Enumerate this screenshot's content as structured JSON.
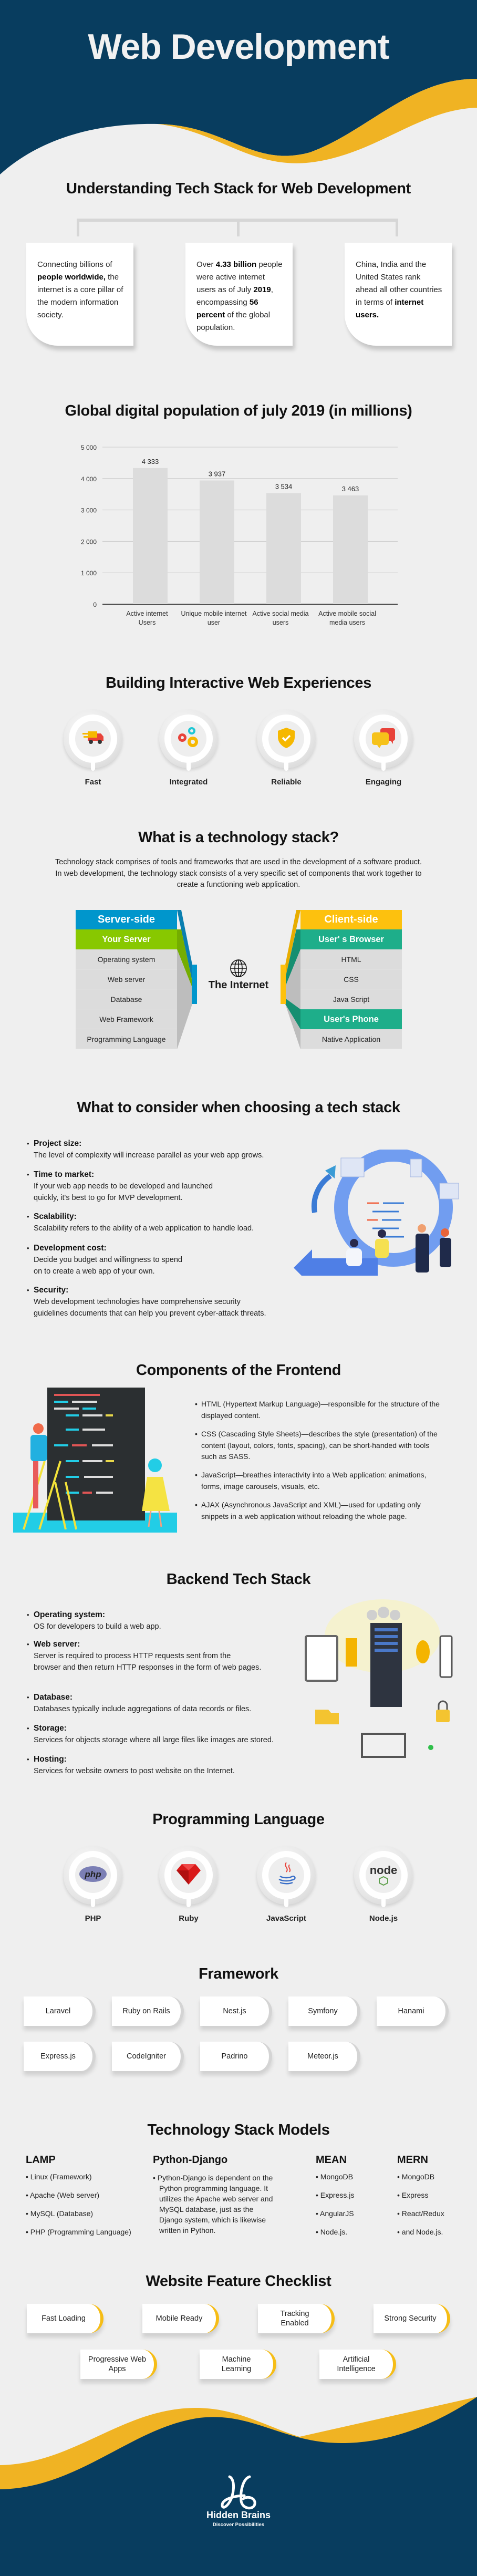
{
  "title": "Web Development",
  "colors": {
    "navy": "#083d5f",
    "yellow": "#f0b323",
    "background": "#efefef",
    "server_blue": "#0096cc",
    "server_green": "#88c800",
    "client_yellow": "#fdc10e",
    "client_teal": "#1eae8a"
  },
  "intro": {
    "heading": "Understanding Tech Stack for Web Development",
    "cards": [
      [
        {
          "text": "Connecting billions of "
        },
        {
          "text": "people worldwide,",
          "bold": true
        },
        {
          "text": " the internet is a core pillar of the modern information society."
        }
      ],
      [
        {
          "text": "Over "
        },
        {
          "text": "4.33 billion",
          "bold": true
        },
        {
          "text": " people were active internet users as of July "
        },
        {
          "text": "2019",
          "bold": true
        },
        {
          "text": ", encompassing "
        },
        {
          "text": "56 percent",
          "bold": true
        },
        {
          "text": " of the global population."
        }
      ],
      [
        {
          "text": "China, India and the United States rank ahead all other countries in terms of "
        },
        {
          "text": "internet users.",
          "bold": true
        }
      ]
    ]
  },
  "chart_data": {
    "type": "bar",
    "title": "Global digital population of july 2019 (in millions)",
    "categories": [
      "Active internet Users",
      "Unique mobile internet user",
      "Active social media users",
      "Active mobile social media users"
    ],
    "values": [
      4333,
      3937,
      3534,
      3463
    ],
    "value_labels": [
      "4 333",
      "3 937",
      "3 534",
      "3 463"
    ],
    "ylim": [
      0,
      5000
    ],
    "yticks": [
      0,
      1000,
      2000,
      3000,
      4000,
      5000
    ],
    "ytick_labels": [
      "0",
      "1 000",
      "2 000",
      "3 000",
      "4 000",
      "5 000"
    ],
    "xlabel": "",
    "ylabel": "",
    "grid": true,
    "bar_color": "#dcdcdc"
  },
  "experiences": {
    "heading": "Building Interactive Web Experiences",
    "items": [
      {
        "label": "Fast",
        "icon": "truck-icon"
      },
      {
        "label": "Integrated",
        "icon": "gears-icon"
      },
      {
        "label": "Reliable",
        "icon": "shield-check-icon"
      },
      {
        "label": "Engaging",
        "icon": "chat-bubbles-icon"
      }
    ]
  },
  "stack": {
    "heading": "What is a technology stack?",
    "paragraph": "Technology stack comprises of tools and frameworks that are used in the development of a software product. In web development, the technology stack consists of a very specific set of components that work together to create a functioning web application.",
    "server": {
      "header": "Server-side",
      "sub": "Your Server",
      "rows": [
        "Operating system",
        "Web server",
        "Database",
        "Web Framework",
        "Programming Language"
      ]
    },
    "internet": "The Internet",
    "client": {
      "header": "Client-side",
      "browser": "User' s Browser",
      "rows": [
        "HTML",
        "CSS",
        "Java Script"
      ],
      "phone": "User's Phone",
      "native": "Native Application"
    }
  },
  "consider": {
    "heading": "What to consider when choosing a tech stack",
    "items": [
      {
        "title": "Project size:",
        "desc": "The level of complexity will increase parallel as your web app grows."
      },
      {
        "title": "Time to market:",
        "desc": "If your web app needs to be developed and launched\nquickly, it's best to go for MVP development."
      },
      {
        "title": "Scalability:",
        "desc": "Scalability refers to the ability of a web application to handle load."
      },
      {
        "title": "Development cost:",
        "desc": "Decide you budget and willingness to spend\non to create a web app of your own."
      },
      {
        "title": "Security:",
        "desc": "Web development technologies have comprehensive security\nguidelines documents that can help you prevent cyber-attack threats."
      }
    ]
  },
  "frontend": {
    "heading": "Components of the Frontend",
    "items": [
      "HTML (Hypertext Markup Language)—responsible for the structure of the displayed content.",
      "CSS (Cascading Style Sheets)—describes the style (presentation) of the content (layout, colors, fonts, spacing), can be short-handed with tools such as SASS.",
      "JavaScript—breathes interactivity into a Web application: animations, forms, image carousels, visuals, etc.",
      "AJAX (Asynchronous JavaScript and XML)—used for updating only snippets in a web application without reloading the whole page."
    ]
  },
  "backend": {
    "heading": "Backend Tech Stack",
    "items": [
      {
        "title": "Operating system:",
        "desc": "OS for developers to build a web app."
      },
      {
        "title": "Web server:",
        "desc": "Server is required to process HTTP requests sent from the\nbrowser and then return HTTP responses in the form of web pages."
      },
      {
        "title": "Database:",
        "desc": "Databases typically include aggregations of data records or files."
      },
      {
        "title": "Storage:",
        "desc": "Services for objects storage where all large files like images are stored."
      },
      {
        "title": "Hosting:",
        "desc": "Services for website owners to post website on the Internet."
      }
    ]
  },
  "languages": {
    "heading": "Programming Language",
    "items": [
      {
        "label": "PHP",
        "icon": "php-logo-icon",
        "logo_text": "php"
      },
      {
        "label": "Ruby",
        "icon": "ruby-gem-icon"
      },
      {
        "label": "JavaScript",
        "icon": "java-cup-icon"
      },
      {
        "label": "Node.js",
        "icon": "nodejs-logo-icon",
        "logo_text": "node"
      }
    ]
  },
  "frameworks": {
    "heading": "Framework",
    "items": [
      "Laravel",
      "Ruby on Rails",
      "Nest.js",
      "Symfony",
      "Hanami",
      "Express.js",
      "CodeIgniter",
      "Padrino",
      "Meteor.js"
    ]
  },
  "models": {
    "heading": "Technology Stack Models",
    "columns": [
      {
        "title": "LAMP",
        "items": [
          "Linux (Framework)",
          "Apache (Web server)",
          "MySQL (Database)",
          "PHP (Programming Language)"
        ]
      },
      {
        "title": "Python-Django",
        "items": [
          "Python-Django is dependent on the Python programming language. It utilizes the Apache web server and MySQL database, just as the Django system, which is likewise written in Python."
        ]
      },
      {
        "title": "MEAN",
        "items": [
          "MongoDB",
          "Express.js",
          "AngularJS",
          "Node.js."
        ]
      },
      {
        "title": "MERN",
        "items": [
          "MongoDB",
          "Express",
          "React/Redux",
          "and Node.js."
        ]
      }
    ]
  },
  "checklist": {
    "heading": "Website Feature Checklist",
    "items": [
      "Fast Loading",
      "Mobile Ready",
      "Tracking Enabled",
      "Strong Security",
      "Progressive Web Apps",
      "Machine Learning",
      "Artificial Intelligence"
    ]
  },
  "footer": {
    "brand": "Hidden Brains",
    "tagline": "Discover Possibilities"
  }
}
